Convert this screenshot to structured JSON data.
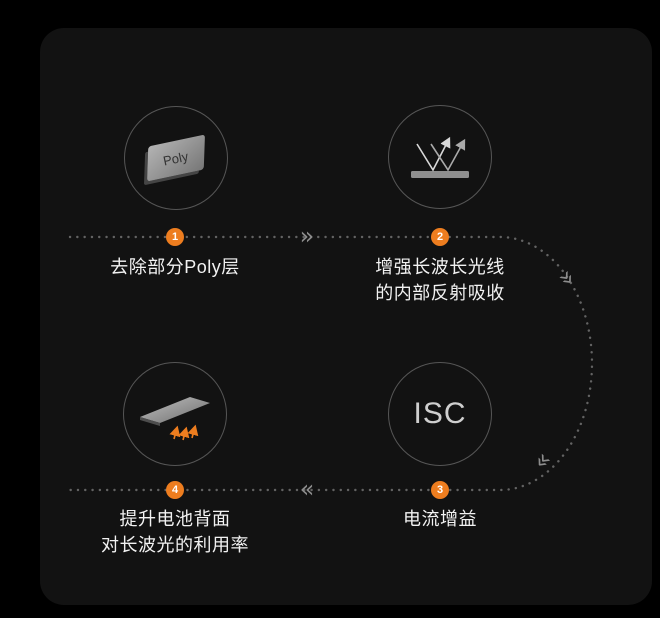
{
  "theme": {
    "background": "#000000",
    "panel_background": "#121212",
    "accent_orange": "#ED7D1F",
    "text_color": "#F2F2F2",
    "circle_stroke": "#565656",
    "dotted_path_color": "#636363"
  },
  "icons": {
    "chevron_right": "»",
    "chevron_left": "«"
  },
  "steps": [
    {
      "number": "1",
      "icon": "poly-layer-icon",
      "icon_label": "Poly",
      "label_lines": [
        "去除部分Poly层"
      ]
    },
    {
      "number": "2",
      "icon": "light-reflection-icon",
      "label_lines": [
        "增强长波长光线",
        "的内部反射吸收"
      ]
    },
    {
      "number": "3",
      "icon": "isc-text-icon",
      "icon_label": "ISC",
      "label_lines": [
        "电流增益"
      ]
    },
    {
      "number": "4",
      "icon": "tilted-cell-icon",
      "label_lines": [
        "提升电池背面",
        "对长波光的利用率"
      ]
    }
  ]
}
